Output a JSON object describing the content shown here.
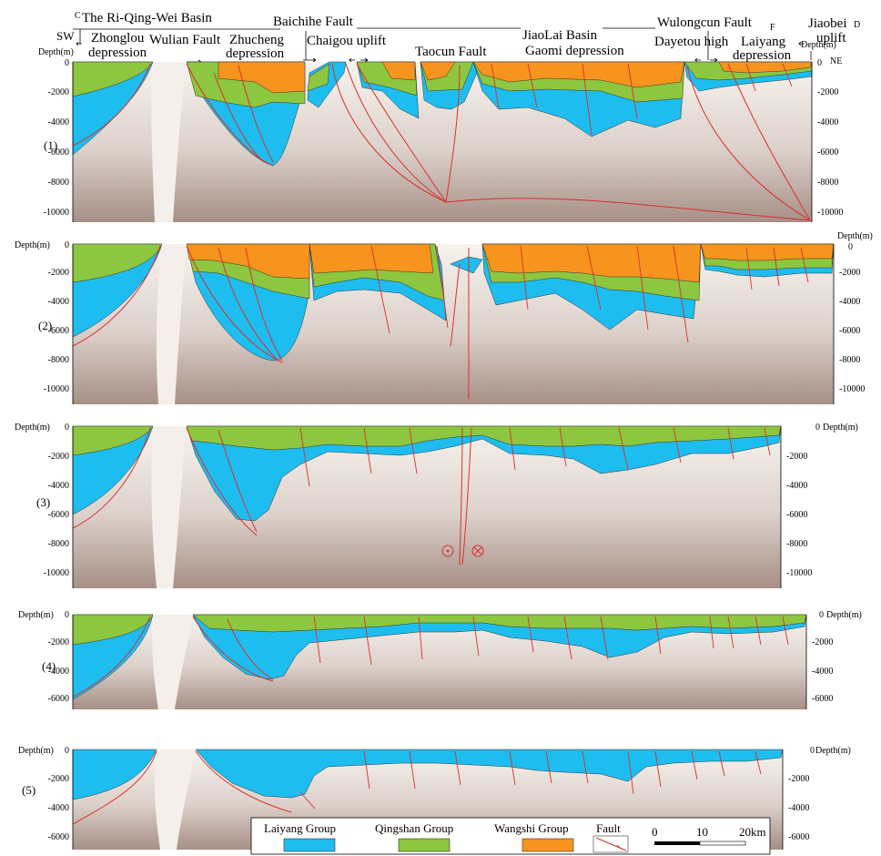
{
  "labels": {
    "c_mark": "C",
    "sw": "SW",
    "riqingwei": "The Ri-Qing-Wei Basin",
    "zhonglou": "Zhonglou",
    "zhonglou2": "depression",
    "wulian": "Wulian Fault",
    "zhucheng": "Zhucheng",
    "zhucheng2": "depression",
    "baichihe": "Baichihe Fault",
    "chaigou": "Chaigou uplift",
    "taocun": "Taocun Fault",
    "jiaolai": "JiaoLai Basin",
    "gaomi": "Gaomi depression",
    "wulongcun": "Wulongcun Fault",
    "f_mark": "F",
    "jiaobei": "Jiaobei",
    "d_mark": "D",
    "uplift": "uplift",
    "dayetou": "Dayetou high",
    "laiyang": "Laiyang",
    "laiyang2": "depression",
    "ne": "NE"
  },
  "depth_label": "Depth(m)",
  "sections": [
    {
      "id": "(1)",
      "ticks": [
        "0",
        "-2000",
        "-4000",
        "-6000",
        "-8000",
        "-10000"
      ]
    },
    {
      "id": "(2)",
      "ticks": [
        "0",
        "-2000",
        "-4000",
        "-6000",
        "-8000",
        "-10000"
      ]
    },
    {
      "id": "(3)",
      "ticks": [
        "0",
        "-2000",
        "-4000",
        "-6000",
        "-8000",
        "-10000"
      ]
    },
    {
      "id": "(4)",
      "ticks": [
        "0",
        "-2000",
        "-4000",
        "-6000"
      ]
    },
    {
      "id": "(5)",
      "ticks": [
        "0",
        "-2000",
        "-4000",
        "-6000"
      ]
    }
  ],
  "legend": {
    "laiyang": "Laiyang Group",
    "qingshan": "Qingshan Group",
    "wangshi": "Wangshi Group",
    "fault": "Fault",
    "scale0": "0",
    "scale10": "10",
    "scale20": "20km"
  },
  "colors": {
    "laiyang": "#1dbdf0",
    "qingshan": "#8dc63f",
    "wangshi": "#f7941d",
    "fault": "#d8312f",
    "basement_top": "#f6f2ee",
    "basement_bottom": "#a58e85"
  }
}
